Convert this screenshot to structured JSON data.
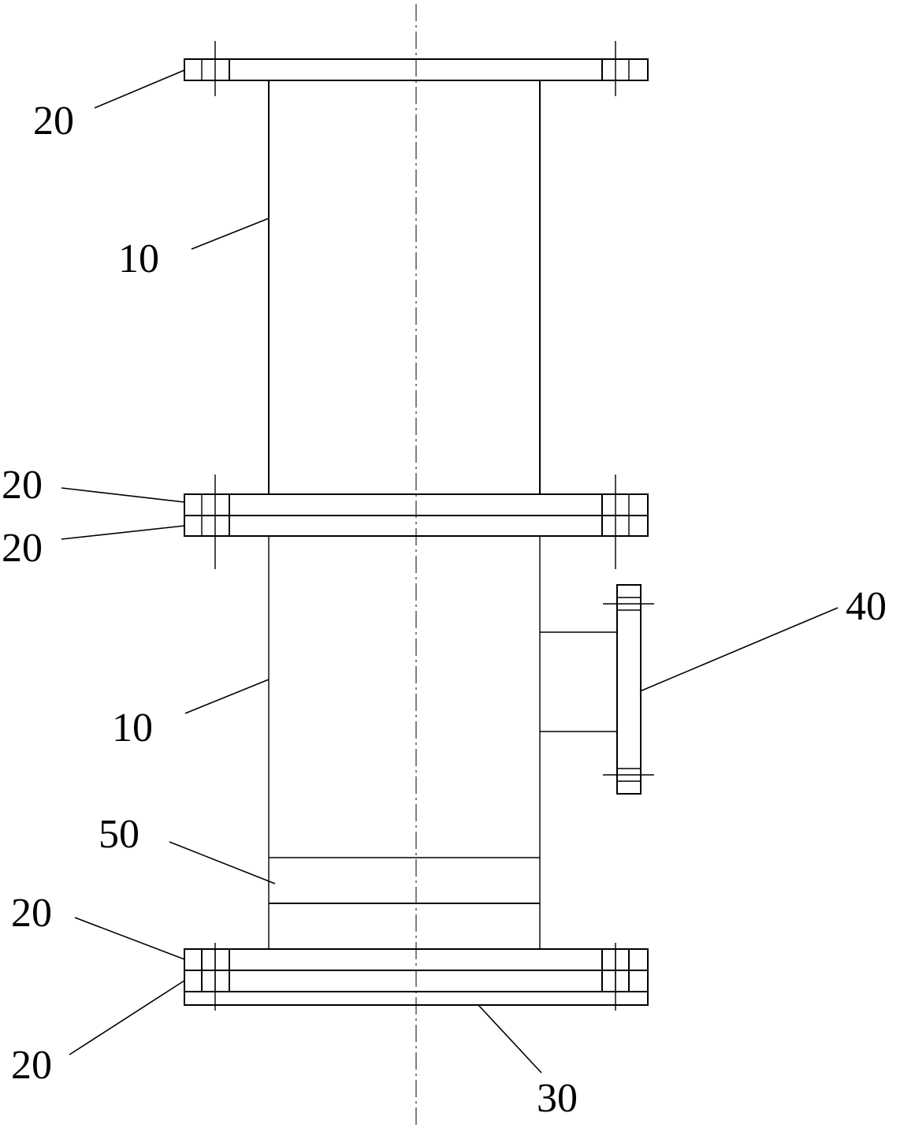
{
  "labels": {
    "top_flange": "20",
    "upper_pipe": "10",
    "mid_flange_upper": "20",
    "mid_flange_lower": "20",
    "side_flange": "40",
    "lower_pipe": "10",
    "inner_ring": "50",
    "bottom_flange_upper": "20",
    "bottom_flange_lower": "20",
    "bottom_plate": "30"
  }
}
